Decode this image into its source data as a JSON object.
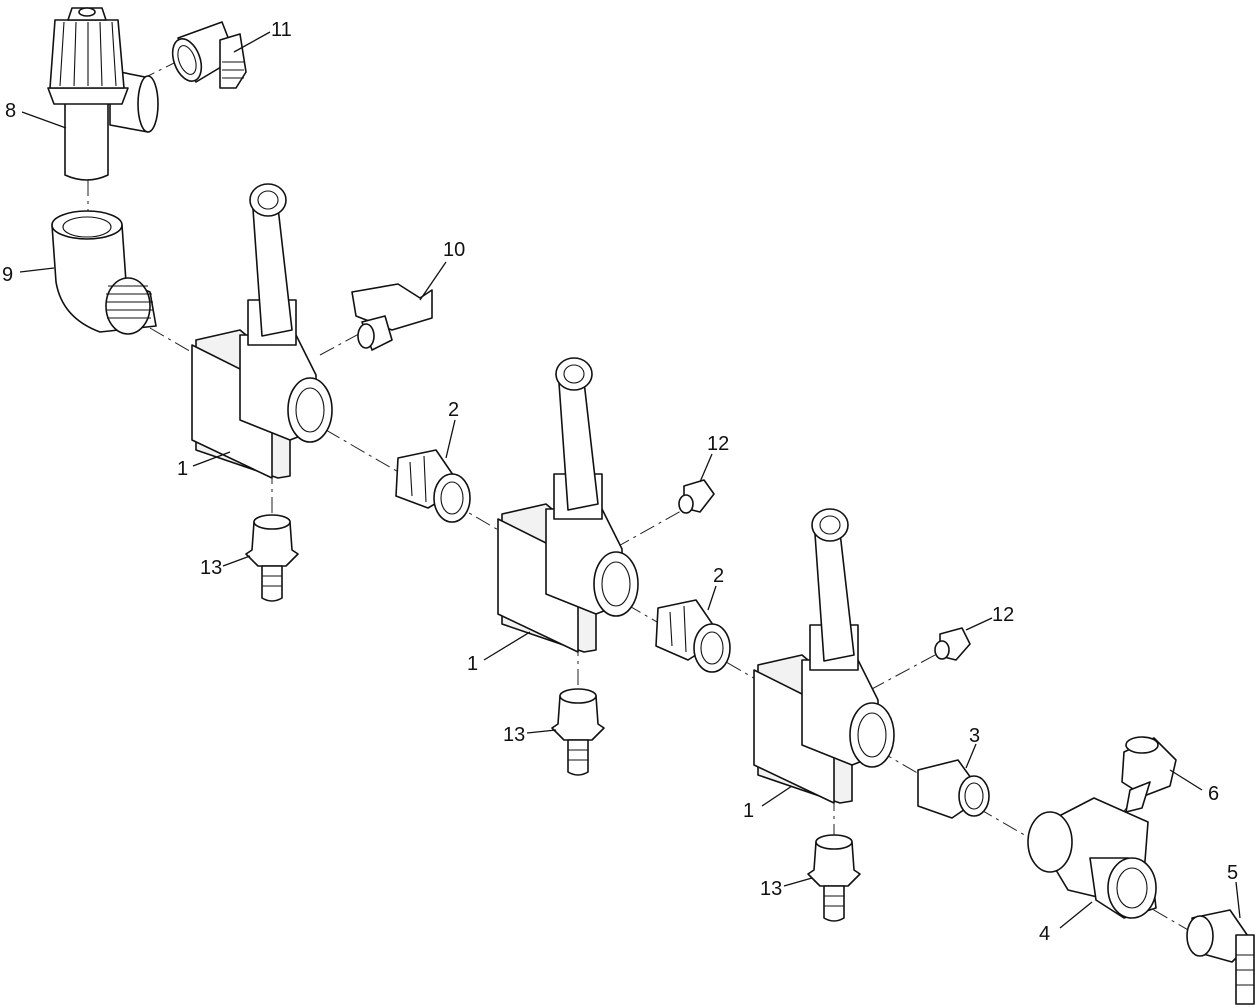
{
  "diagram": {
    "callouts": [
      {
        "id": "c11",
        "label": "11"
      },
      {
        "id": "c8",
        "label": "8"
      },
      {
        "id": "c9",
        "label": "9"
      },
      {
        "id": "c10",
        "label": "10"
      },
      {
        "id": "c1a",
        "label": "1"
      },
      {
        "id": "c2a",
        "label": "2"
      },
      {
        "id": "c12a",
        "label": "12"
      },
      {
        "id": "c13a",
        "label": "13"
      },
      {
        "id": "c2b",
        "label": "2"
      },
      {
        "id": "c12b",
        "label": "12"
      },
      {
        "id": "c1b",
        "label": "1"
      },
      {
        "id": "c13b",
        "label": "13"
      },
      {
        "id": "c3",
        "label": "3"
      },
      {
        "id": "c6",
        "label": "6"
      },
      {
        "id": "c1c",
        "label": "1"
      },
      {
        "id": "c13c",
        "label": "13"
      },
      {
        "id": "c5",
        "label": "5"
      },
      {
        "id": "c4",
        "label": "4"
      }
    ]
  }
}
